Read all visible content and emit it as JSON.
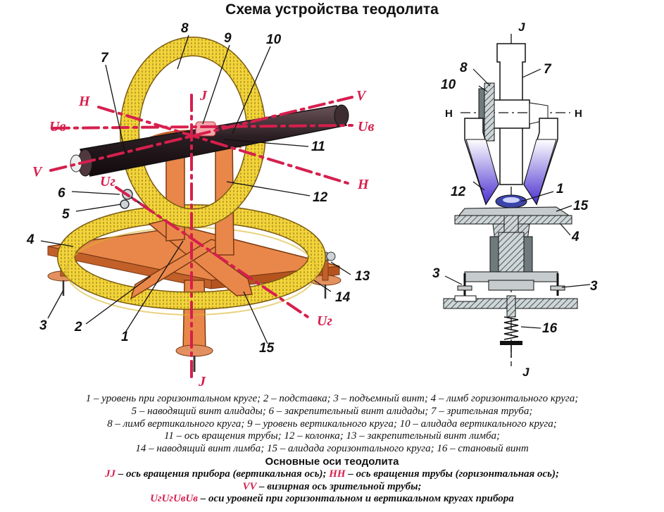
{
  "title": "Схема устройства теодолита",
  "labels": {
    "n1": "1",
    "n2": "2",
    "n3": "3",
    "n4": "4",
    "n5": "5",
    "n6": "6",
    "n7": "7",
    "n8": "8",
    "n9": "9",
    "n10": "10",
    "n11": "11",
    "n12": "12",
    "n13": "13",
    "n14": "14",
    "n15": "15",
    "n16": "16"
  },
  "axes_marks": {
    "J": "J",
    "H": "H",
    "V": "V",
    "Ug": "Uг",
    "Uv": "Uв"
  },
  "legend": {
    "line1": "1 – уровень при горизонтальном круге; 2 – подставка; 3 – подъемный винт; 4 – лимб горизонтального круга;",
    "line2": "5 – наводящий винт алидады; 6 – закрепительный винт алидады; 7 – зрительная труба;",
    "line3": "8 – лимб вертикального круга; 9 – уровень вертикального круга; 10 – алидада вертикального круга;",
    "line4": "11 – ось вращения трубы; 12 – колонка; 13 – закрепительный винт лимба;",
    "line5": "14 – наводящий винт лимба; 15 – алидада горизонтального круга; 16 – становый винт",
    "axes_heading": "Основные оси теодолита",
    "jj_key": "JJ",
    "jj_text": " – ось вращения прибора (вертикальная ось); ",
    "hh_key": "HH",
    "hh_text": " – ось вращения трубы (горизонтальная ось);",
    "vv_key": "VV",
    "vv_text": " – визирная ось зрительной трубы;",
    "u_key": "UгUгUвUв",
    "u_text": " – оси уровней при горизонтальном и вертикальном кругах прибора"
  },
  "colors": {
    "axis_red": "#d61f4d",
    "circle_yellow": "#f2d43a",
    "stand_orange": "#e9874a",
    "tube_dark": "#2a1e22"
  }
}
